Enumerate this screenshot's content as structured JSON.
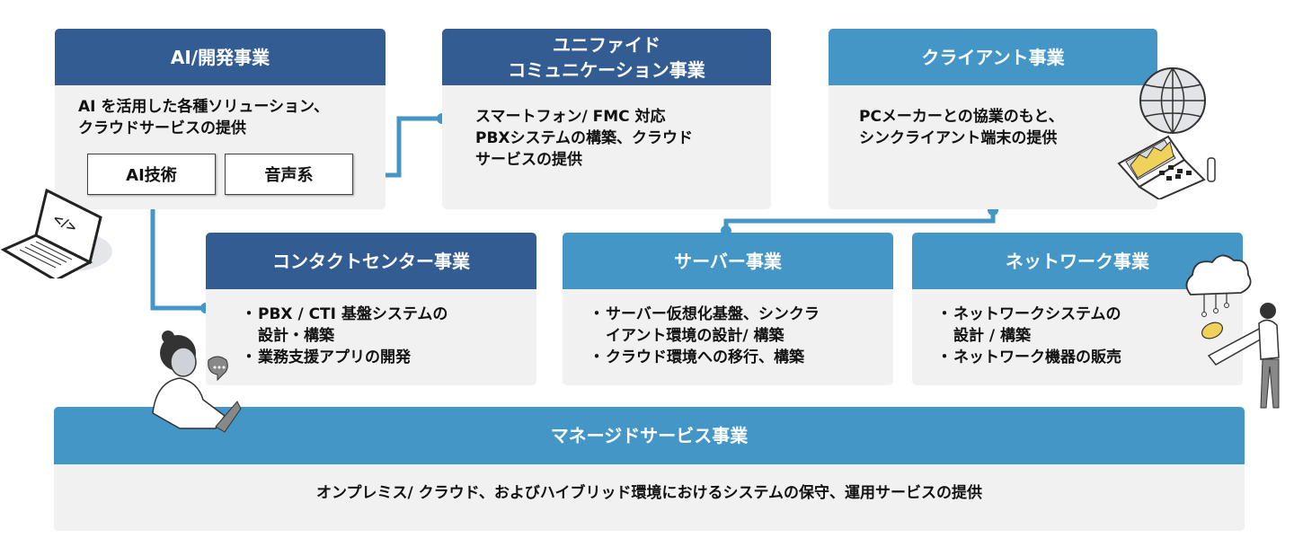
{
  "colors": {
    "dark_header": "#335c93",
    "light_header": "#4396c6",
    "body_bg": "#f1f1f1",
    "connector": "#4396c6",
    "accent_yellow": "#f0d25a"
  },
  "ai_dev": {
    "title": "AI/開発事業",
    "desc_lines": [
      "AI を活用した各種ソリューション、",
      "クラウドサービスの提供"
    ],
    "tags": [
      "AI技術",
      "音声系"
    ]
  },
  "unified_comm": {
    "title_lines": [
      "ユニファイド",
      "コミュニケーション事業"
    ],
    "desc_lines": [
      "スマートフォン/ FMC 対応",
      "PBXシステムの構築、クラウド",
      "サービスの提供"
    ]
  },
  "client": {
    "title": "クライアント事業",
    "desc_lines": [
      "PCメーカーとの協業のもと、",
      "シンクライアント端末の提供"
    ]
  },
  "contact_center": {
    "title": "コンタクトセンター事業",
    "bullets": [
      {
        "lines": [
          "PBX / CTI 基盤システムの",
          "設計・構築"
        ]
      },
      {
        "lines": [
          "業務支援アプリの開発"
        ]
      }
    ]
  },
  "server": {
    "title": "サーバー事業",
    "bullets": [
      {
        "lines": [
          "サーバー仮想化基盤、シンクラ",
          "イアント環境の設計/ 構築"
        ]
      },
      {
        "lines": [
          "クラウド環境への移行、構築"
        ]
      }
    ]
  },
  "network": {
    "title": "ネットワーク事業",
    "bullets": [
      {
        "lines": [
          "ネットワークシステムの",
          "設計 / 構築"
        ]
      },
      {
        "lines": [
          "ネットワーク機器の販売"
        ]
      }
    ]
  },
  "managed": {
    "title": "マネージドサービス事業",
    "desc": "オンプレミス/ クラウド、およびハイブリッド環境におけるシステムの保守、運用サービスの提供"
  },
  "bullet_glyph": "・",
  "illustrations": [
    "laptop-code-icon",
    "globe-laptop-chart-icon",
    "operator-headset-person-icon",
    "cloud-network-person-icon"
  ]
}
